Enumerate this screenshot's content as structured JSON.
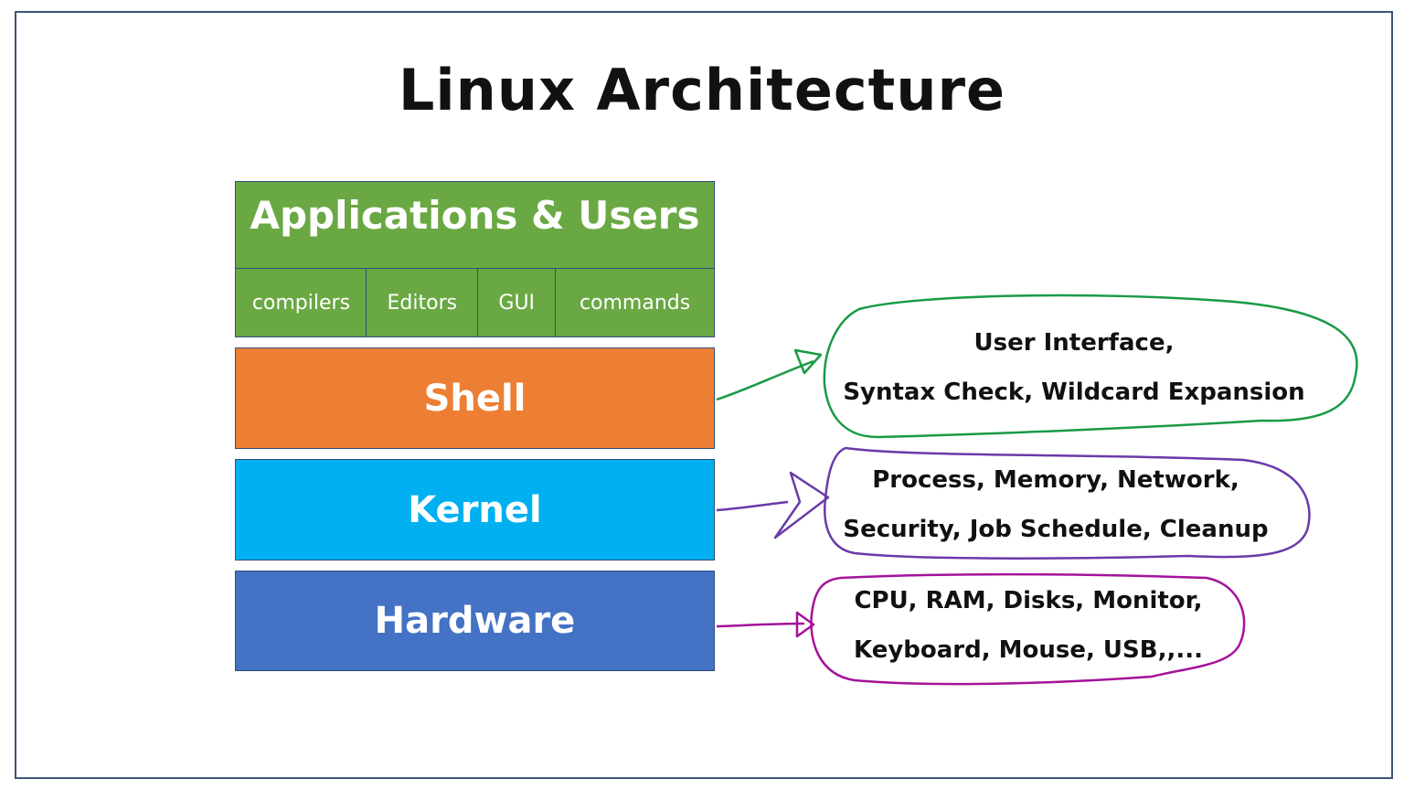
{
  "title": "Linux Architecture",
  "colors": {
    "applications": "#6aa843",
    "shell": "#ec7f34",
    "kernel": "#00b0f0",
    "hardware": "#4472c4",
    "shell_note": "#1a9a45",
    "kernel_note": "#6a3aa8",
    "hardware_note": "#a4129a",
    "frame": "#3b5477"
  },
  "layers": {
    "applications": {
      "label": "Applications & Users",
      "items": [
        "compilers",
        "Editors",
        "GUI",
        "commands"
      ]
    },
    "shell": {
      "label": "Shell",
      "note_line1": "User Interface,",
      "note_line2": "Syntax Check, Wildcard Expansion"
    },
    "kernel": {
      "label": "Kernel",
      "note_line1": "Process, Memory, Network,",
      "note_line2": "Security, Job Schedule, Cleanup"
    },
    "hardware": {
      "label": "Hardware",
      "note_line1": "CPU, RAM, Disks, Monitor,",
      "note_line2": "Keyboard, Mouse, USB,,..."
    }
  }
}
